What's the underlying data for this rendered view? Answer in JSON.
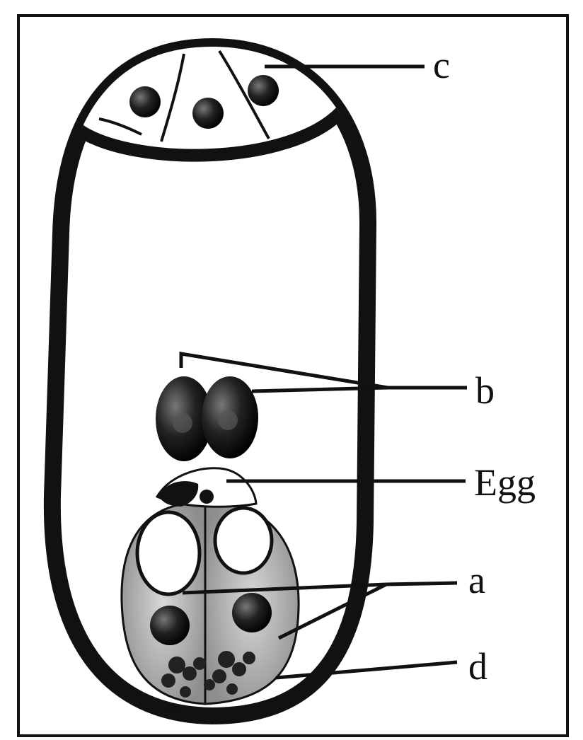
{
  "diagram": {
    "labels": {
      "c": "c",
      "b": "b",
      "egg": "Egg",
      "a": "a",
      "d": "d"
    },
    "colors": {
      "ink": "#111111",
      "paper": "#ffffff",
      "shade": "#9a9a9a"
    }
  }
}
